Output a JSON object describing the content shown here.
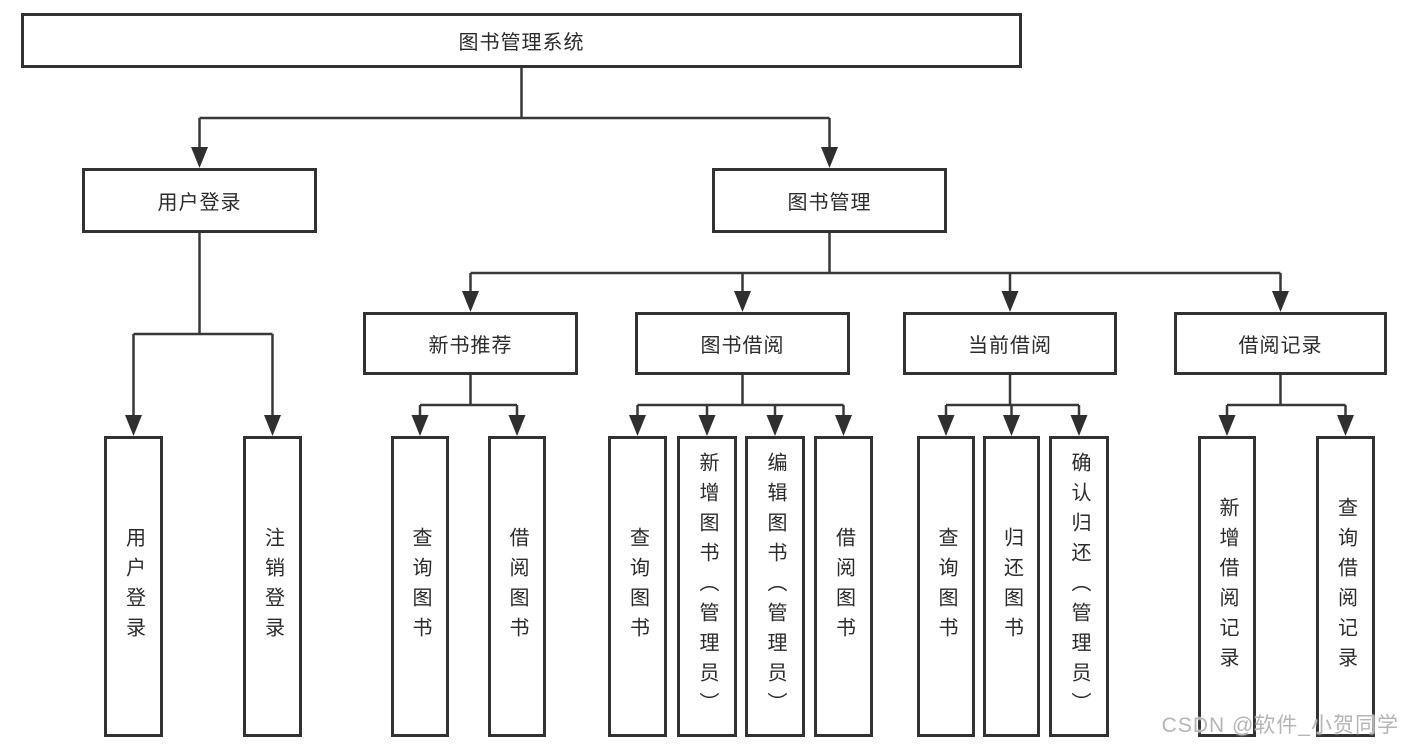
{
  "tree": {
    "label": "图书管理系统",
    "children": [
      {
        "label": "用户登录",
        "children": [
          {
            "label": "用户登录"
          },
          {
            "label": "注销登录"
          }
        ]
      },
      {
        "label": "图书管理",
        "children": [
          {
            "label": "新书推荐",
            "children": [
              {
                "label": "查询图书"
              },
              {
                "label": "借阅图书"
              }
            ]
          },
          {
            "label": "图书借阅",
            "children": [
              {
                "label": "查询图书"
              },
              {
                "label": "新增图书（管理员）"
              },
              {
                "label": "编辑图书（管理员）"
              },
              {
                "label": "借阅图书"
              }
            ]
          },
          {
            "label": "当前借阅",
            "children": [
              {
                "label": "查询图书"
              },
              {
                "label": "归还图书"
              },
              {
                "label": "确认归还（管理员）"
              }
            ]
          },
          {
            "label": "借阅记录",
            "children": [
              {
                "label": "新增借阅记录"
              },
              {
                "label": "查询借阅记录"
              }
            ]
          }
        ]
      }
    ]
  },
  "watermark": {
    "text": "CSDN @软件_小贺同学"
  },
  "style": {
    "line_color": "#383838",
    "box_border_color": "#323232",
    "text_color": "#2b2b2b",
    "watermark_color": "#b5b5b5",
    "background": "#ffffff"
  }
}
